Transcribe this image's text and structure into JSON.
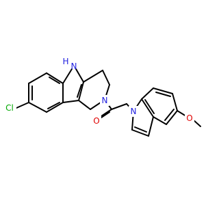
{
  "molecule": {
    "atoms": {
      "cl": {
        "label": "Cl",
        "color": "#00a800"
      },
      "nh": {
        "label": "N",
        "color": "#2020e0"
      },
      "h": {
        "label": "H",
        "color": "#2020e0"
      },
      "n_ring": {
        "label": "N",
        "color": "#2020e0"
      },
      "o_carbonyl": {
        "label": "O",
        "color": "#e00000"
      },
      "n_indole": {
        "label": "N",
        "color": "#2020e0"
      },
      "o_methoxy": {
        "label": "O",
        "color": "#e00000"
      }
    }
  }
}
